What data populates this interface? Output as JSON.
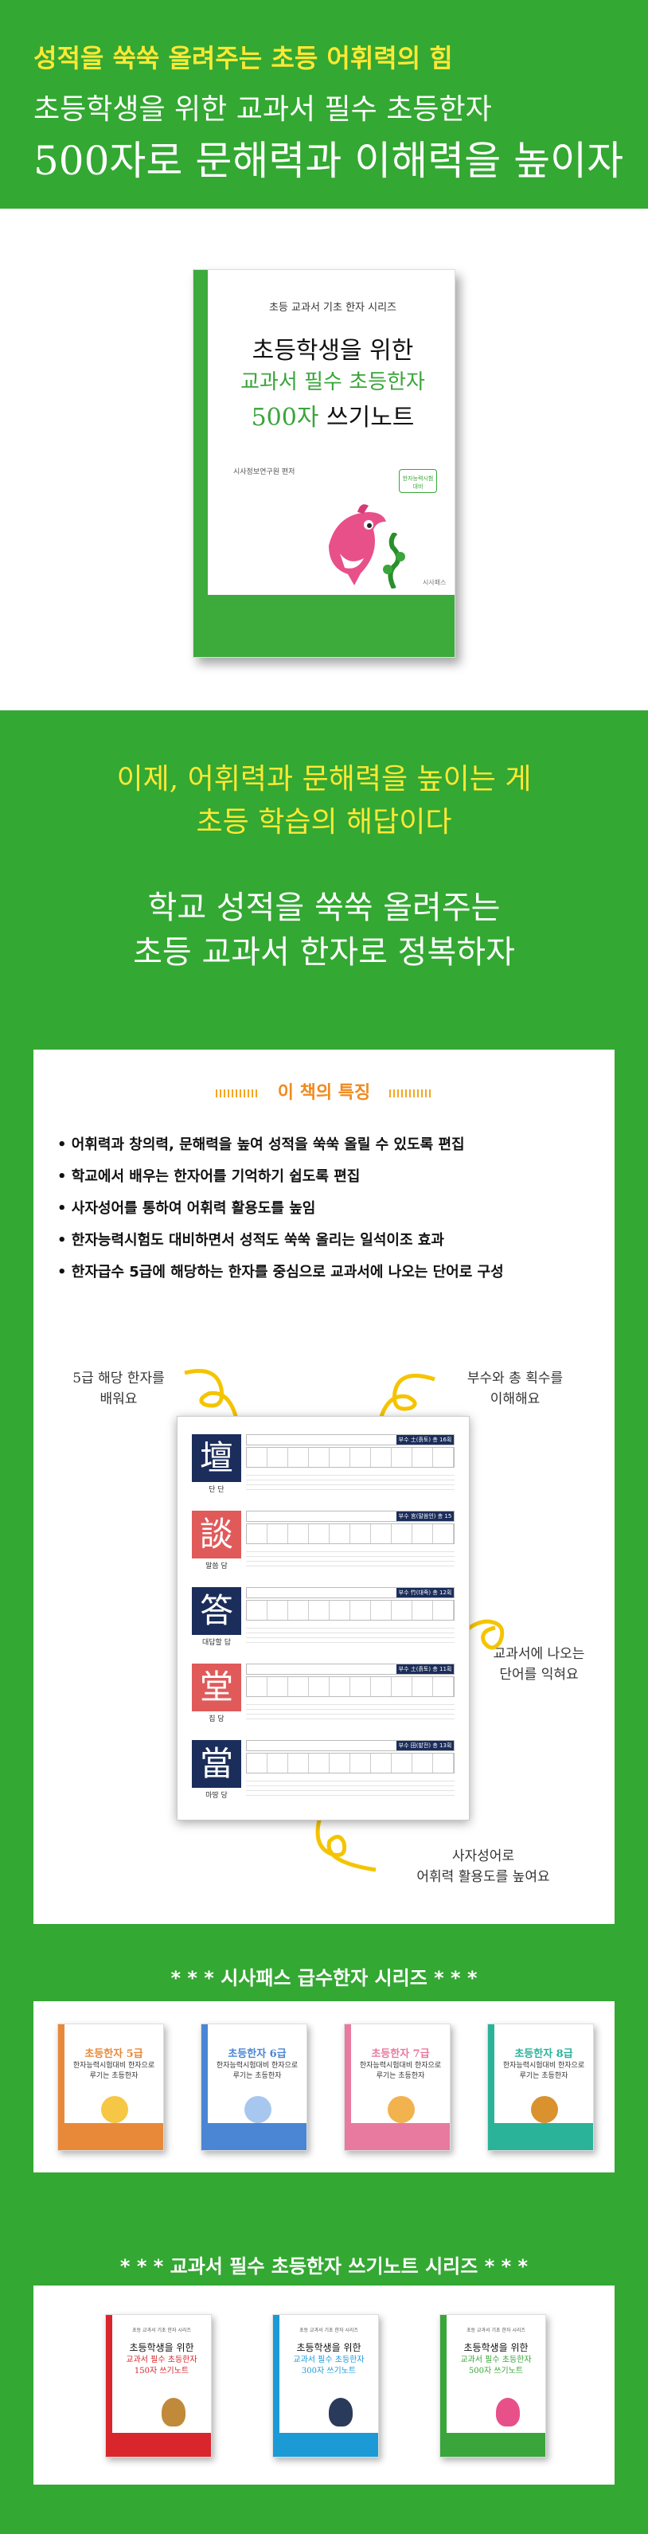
{
  "top_band": {
    "tagline": "성적을 쑥쑥 올려주는 초등 어휘력의 힘",
    "line2": "초등학생을 위한 교과서 필수 초등한자",
    "line3": "500자로 문해력과 이해력을 높이자"
  },
  "hero_book": {
    "series": "초등 교과서 기초 한자 시리즈",
    "title1": "초등학생을 위한",
    "title2": "교과서 필수 초등한자",
    "title3_green": "500자",
    "title3_rest": " 쓰기노트",
    "author": "시사정보연구원 편저",
    "sticker": "한자능력시험 대비",
    "publisher": "시사패스"
  },
  "mid_band": {
    "yellow_line1": "이제, 어휘력과 문해력을 높이는 게",
    "yellow_line2": "초등 학습의 해답이다",
    "white_line1": "학교 성적을 쑥쑥 올려주는",
    "white_line2": "초등 교과서 한자로 정복하자"
  },
  "features": {
    "title": "이 책의 특징",
    "items": [
      "어휘력과 창의력, 문해력을 높여 성적을 쑥쑥 올릴 수 있도록 편집",
      "학교에서 배우는 한자어를 기억하기 쉽도록 편집",
      "사자성어를 통하여 어휘력 활용도를 높임",
      "한자능력시험도 대비하면서 성적도 쑥쑥 올리는 일석이조 효과",
      "한자급수 5급에 해당하는 한자를 중심으로 교과서에 나오는 단어로 구성"
    ],
    "callouts": {
      "top_left": [
        "5급 해당 한자를",
        "배워요"
      ],
      "top_right": [
        "부수와 총 획수를",
        "이해해요"
      ],
      "right": [
        "교과서에 나오는",
        "단어를 익혀요"
      ],
      "bottom_right": [
        "사자성어로",
        "어휘력 활용도를 높여요"
      ]
    },
    "sample_chars": [
      {
        "char": "壇",
        "reading": "단 단",
        "color": "#1b2d5a",
        "radical": "부수 土(흙토) 총 16획"
      },
      {
        "char": "談",
        "reading": "말씀 담",
        "color": "#e05a5a",
        "radical": "부수 言(말씀언) 총 15획"
      },
      {
        "char": "答",
        "reading": "대답할 답",
        "color": "#1b2d5a",
        "radical": "부수 竹(대죽) 총 12획"
      },
      {
        "char": "堂",
        "reading": "집 당",
        "color": "#e05a5a",
        "radical": "부수 土(흙토) 총 11획"
      },
      {
        "char": "當",
        "reading": "마땅 당",
        "color": "#1b2d5a",
        "radical": "부수 田(밭전) 총 13획"
      }
    ]
  },
  "series_a": {
    "title": "* * * 시사패스 급수한자 시리즈 * * *",
    "books": [
      {
        "name": "초등한자 5급",
        "sub": "한자능력시험대비 한자으로 루기는 초등한자",
        "color": "#e8893a"
      },
      {
        "name": "초등한자 6급",
        "sub": "한자능력시험대비 한자으로 루기는 초등한자",
        "color": "#4a86d4"
      },
      {
        "name": "초등한자 7급",
        "sub": "한자능력시험대비 한자으로 루기는 초등한자",
        "color": "#e87aa0"
      },
      {
        "name": "초등한자 8급",
        "sub": "한자능력시험대비 한자으로 루기는 초등한자",
        "color": "#2bb39a"
      }
    ]
  },
  "series_b": {
    "title": "* * * 교과서 필수 초등한자 쓰기노트 시리즈 * * *",
    "books": [
      {
        "series": "초등 교과서 기초 한자 시리즈",
        "t1": "초등학생을 위한",
        "t2": "교과서 필수 초등한자",
        "t3": "150자 쓰기노트",
        "color": "#d8262c"
      },
      {
        "series": "초등 교과서 기초 한자 시리즈",
        "t1": "초등학생을 위한",
        "t2": "교과서 필수 초등한자",
        "t3": "300자 쓰기노트",
        "color": "#1b9ad6"
      },
      {
        "series": "초등 교과서 기초 한자 시리즈",
        "t1": "초등학생을 위한",
        "t2": "교과서 필수 초등한자",
        "t3": "500자 쓰기노트",
        "color": "#3aa53a"
      }
    ]
  }
}
